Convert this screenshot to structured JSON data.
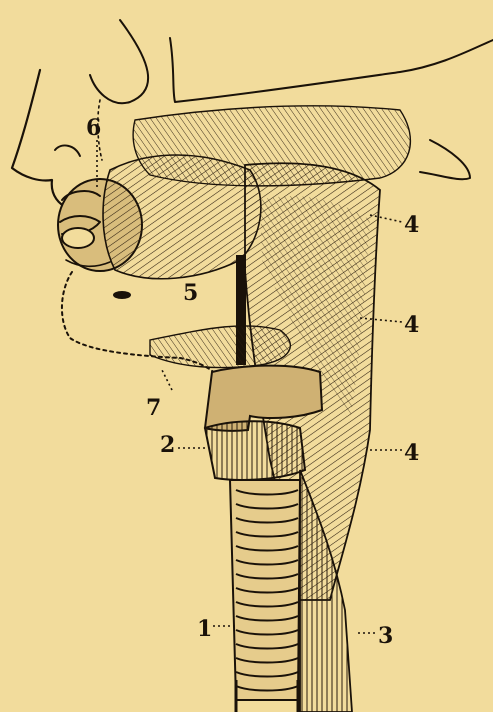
{
  "figure": {
    "labels": [
      {
        "id": "1",
        "text": "1"
      },
      {
        "id": "2",
        "text": "2"
      },
      {
        "id": "3",
        "text": "3"
      },
      {
        "id": "4a",
        "text": "4"
      },
      {
        "id": "4b",
        "text": "4"
      },
      {
        "id": "4c",
        "text": "4"
      },
      {
        "id": "5",
        "text": "5"
      },
      {
        "id": "6",
        "text": "6"
      },
      {
        "id": "7",
        "text": "7"
      }
    ],
    "colors": {
      "paper": "#f2dc9c",
      "ink": "#1a1209",
      "shade": "#cfb173"
    }
  }
}
